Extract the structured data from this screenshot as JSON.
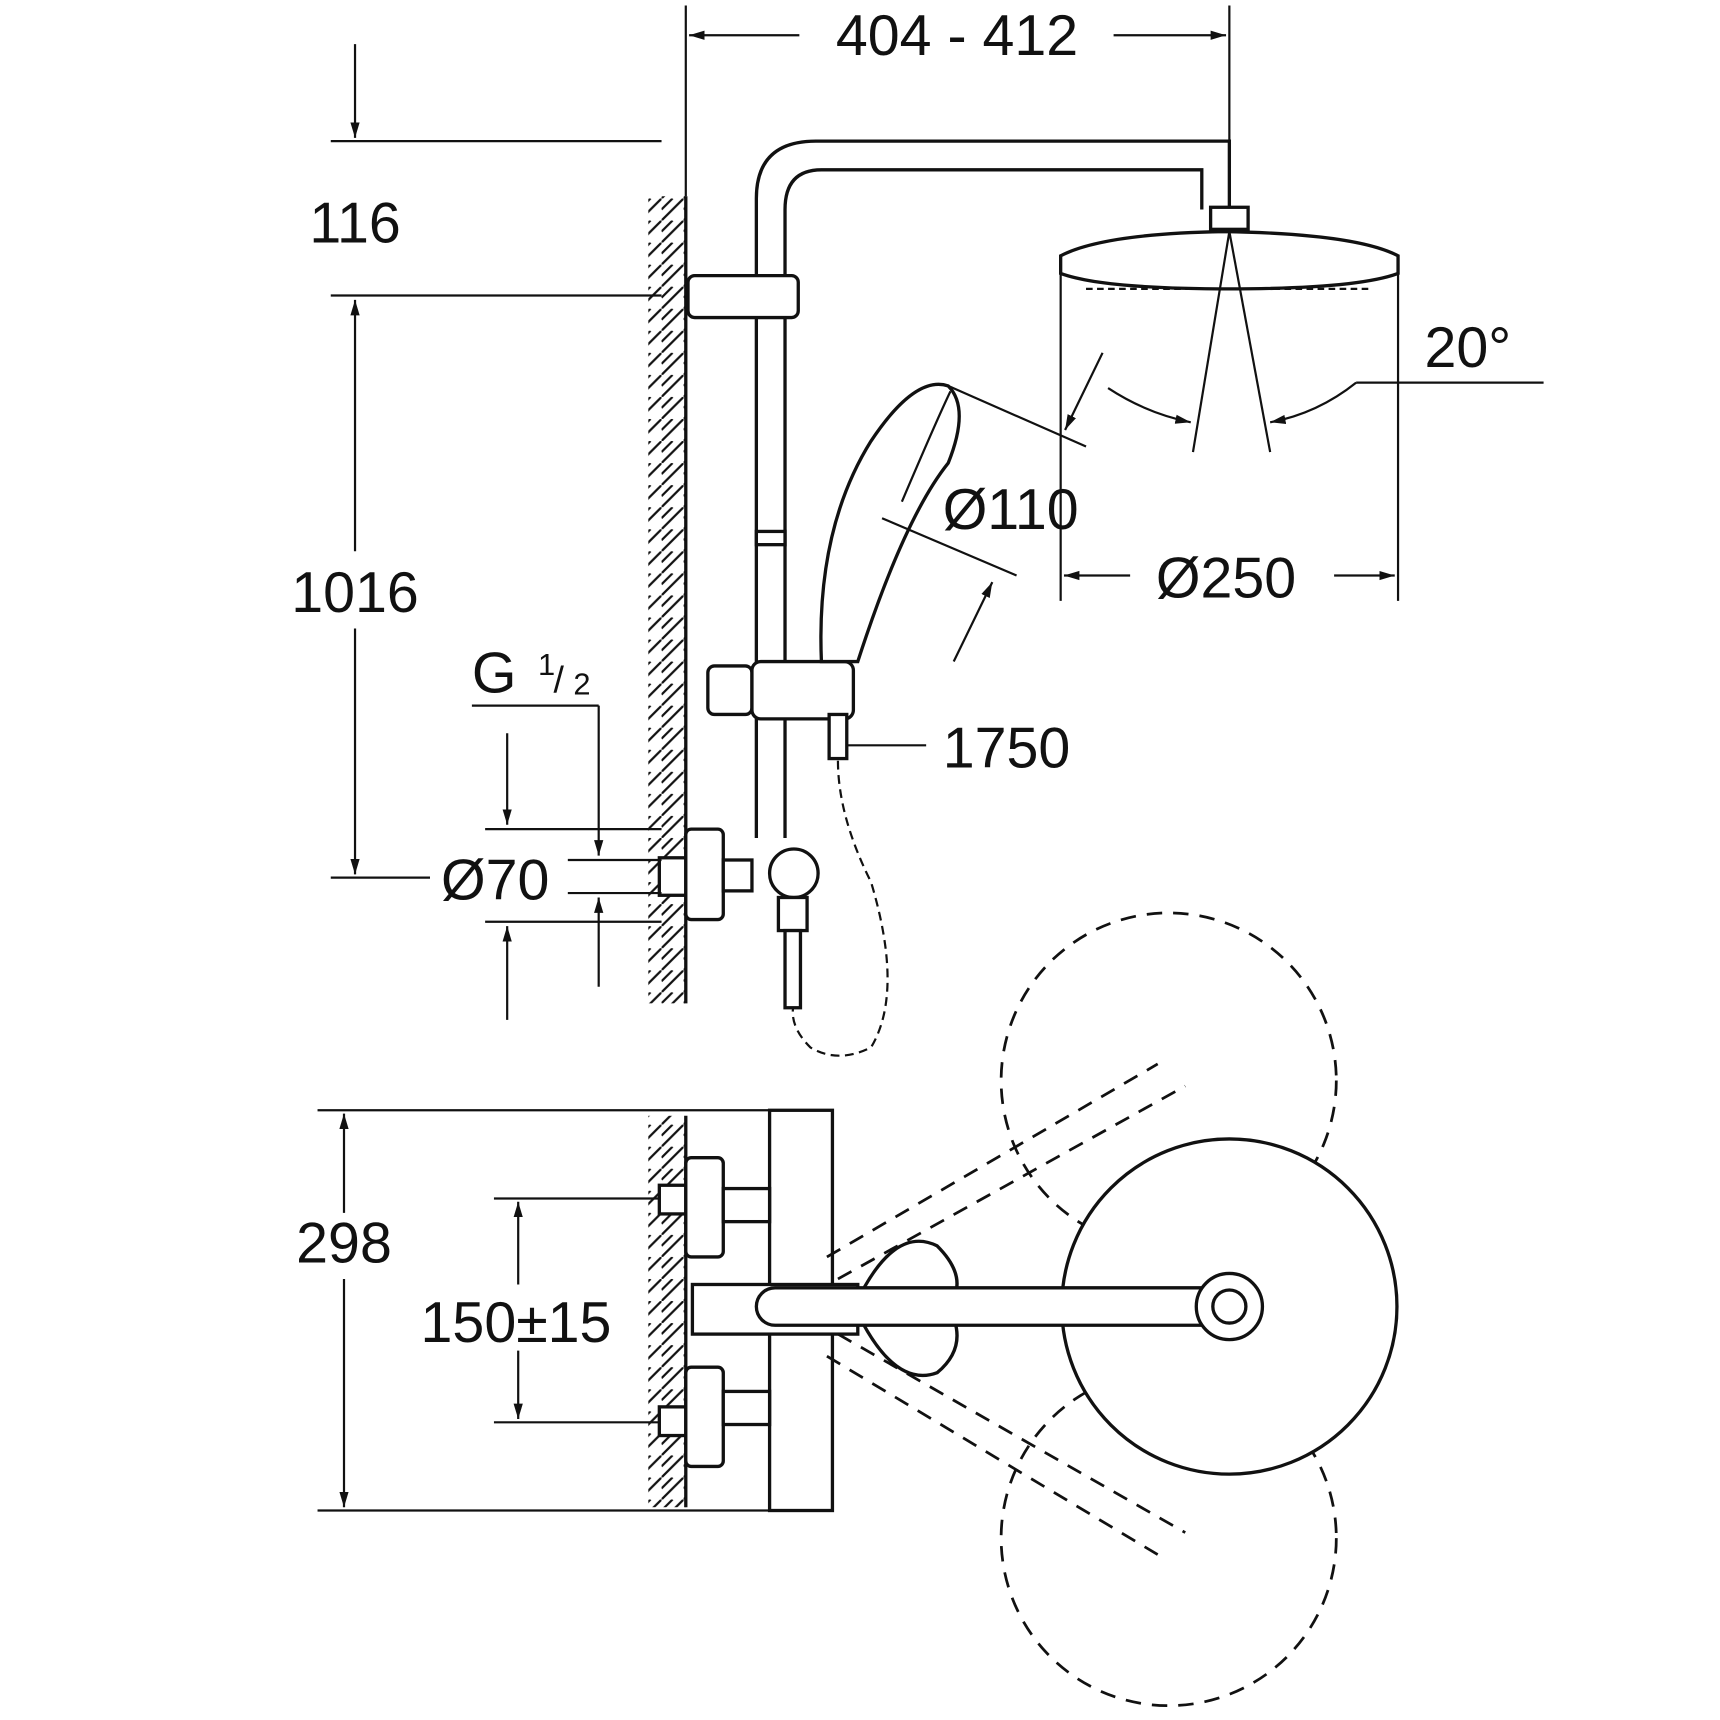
{
  "dimensions": {
    "top_width": "404 - 412",
    "head_offset": "116",
    "height": "1016",
    "thread": "G",
    "thread_num": "1",
    "thread_den": "2",
    "wall_diameter": "Ø70",
    "angle": "20°",
    "hand_shower_diameter": "Ø110",
    "head_diameter": "Ø250",
    "hose_length": "1750",
    "mixer_height": "298",
    "inlet_spacing": "150±15"
  },
  "colors": {
    "line": "#111111",
    "background": "#ffffff"
  }
}
